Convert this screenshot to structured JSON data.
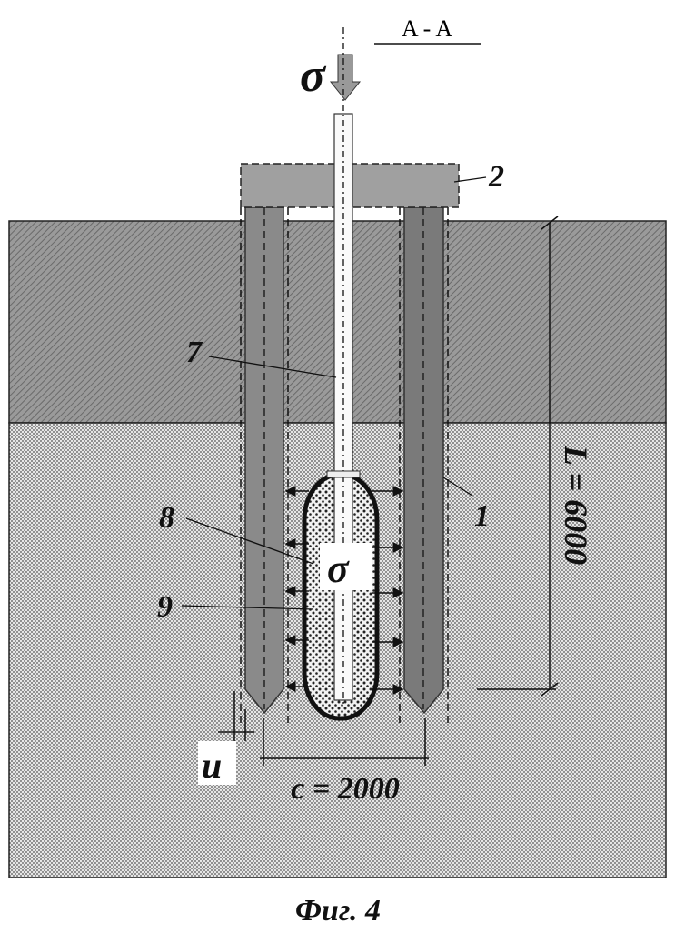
{
  "section_label": "A - A",
  "load_symbol": "σ",
  "inner_load_symbol": "σ",
  "labels": {
    "cap": "2",
    "rod": "7",
    "pile": "1",
    "bulb": "8",
    "channel": "9",
    "gap": "u"
  },
  "dimensions": {
    "length": "L = 6000",
    "spacing": "c = 2000"
  },
  "caption": "Фиг. 4",
  "colors": {
    "upper_soil": "#8e8e8e",
    "lower_soil": "#d2d2d2",
    "pile": "#8a8a8a",
    "cap": "#a0a0a0"
  }
}
